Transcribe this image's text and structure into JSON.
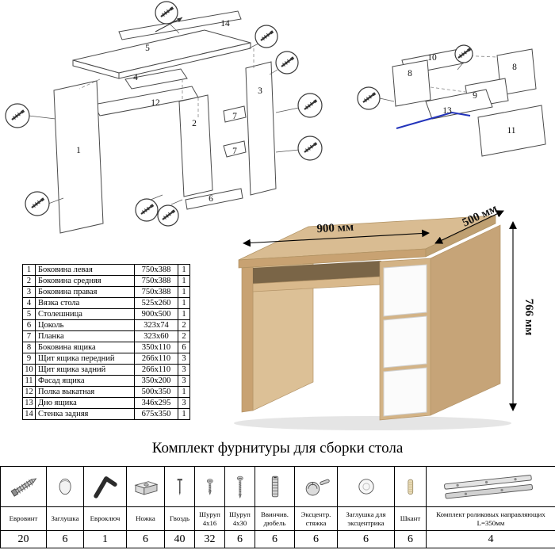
{
  "diagram": {
    "main_labels": [
      "14",
      "5",
      "4",
      "12",
      "2",
      "1",
      "3",
      "7",
      "7",
      "6"
    ],
    "drawer_labels": [
      "10",
      "8",
      "8",
      "9",
      "13",
      "11"
    ]
  },
  "desk": {
    "width_label": "900 мм",
    "depth_label": "500 мм",
    "height_label": "766 мм"
  },
  "parts": [
    {
      "n": "1",
      "name": "Боковина левая",
      "size": "750x388",
      "qty": "1"
    },
    {
      "n": "2",
      "name": "Боковина средняя",
      "size": "750x388",
      "qty": "1"
    },
    {
      "n": "3",
      "name": "Боковина правая",
      "size": "750x388",
      "qty": "1"
    },
    {
      "n": "4",
      "name": "Вязка стола",
      "size": "525x260",
      "qty": "1"
    },
    {
      "n": "5",
      "name": "Столешница",
      "size": "900x500",
      "qty": "1"
    },
    {
      "n": "6",
      "name": "Цоколь",
      "size": "323x74",
      "qty": "2"
    },
    {
      "n": "7",
      "name": "Планка",
      "size": "323x60",
      "qty": "2"
    },
    {
      "n": "8",
      "name": "Боковина ящика",
      "size": "350x110",
      "qty": "6"
    },
    {
      "n": "9",
      "name": "Щит ящика передний",
      "size": "266x110",
      "qty": "3"
    },
    {
      "n": "10",
      "name": "Щит ящика задний",
      "size": "266x110",
      "qty": "3"
    },
    {
      "n": "11",
      "name": "Фасад ящика",
      "size": "350x200",
      "qty": "3"
    },
    {
      "n": "12",
      "name": "Полка выкатная",
      "size": "500x350",
      "qty": "1"
    },
    {
      "n": "13",
      "name": "Дно ящика",
      "size": "346x295",
      "qty": "3"
    },
    {
      "n": "14",
      "name": "Стенка задняя",
      "size": "675x350",
      "qty": "1"
    }
  ],
  "hardware": {
    "title": "Комплект фурнитуры для сборки стола",
    "items": [
      {
        "icon": "confirmat-screw",
        "name": "Евровинт",
        "qty": "20"
      },
      {
        "icon": "cap-plug",
        "name": "Заглушка",
        "qty": "6"
      },
      {
        "icon": "hex-key",
        "name": "Евроключ",
        "qty": "1"
      },
      {
        "icon": "furniture-leg",
        "name": "Ножка",
        "qty": "6"
      },
      {
        "icon": "nail",
        "name": "Гвоздь",
        "qty": "40"
      },
      {
        "icon": "screw-4x16",
        "name": "Шуруп 4x16",
        "qty": "32"
      },
      {
        "icon": "screw-4x30",
        "name": "Шуруп 4x30",
        "qty": "6"
      },
      {
        "icon": "screw-in-dowel",
        "name": "Ввинчив. дюбель",
        "qty": "6"
      },
      {
        "icon": "cam-lock",
        "name": "Эксцентр. стяжка",
        "qty": "6"
      },
      {
        "icon": "cam-cover",
        "name": "Заглушка для эксцентрика",
        "qty": "6"
      },
      {
        "icon": "wood-dowel",
        "name": "Шкант",
        "qty": "6"
      },
      {
        "icon": "roller-guides",
        "name": "Комплект роликовых направляющих L=350мм",
        "qty": "4"
      }
    ]
  }
}
